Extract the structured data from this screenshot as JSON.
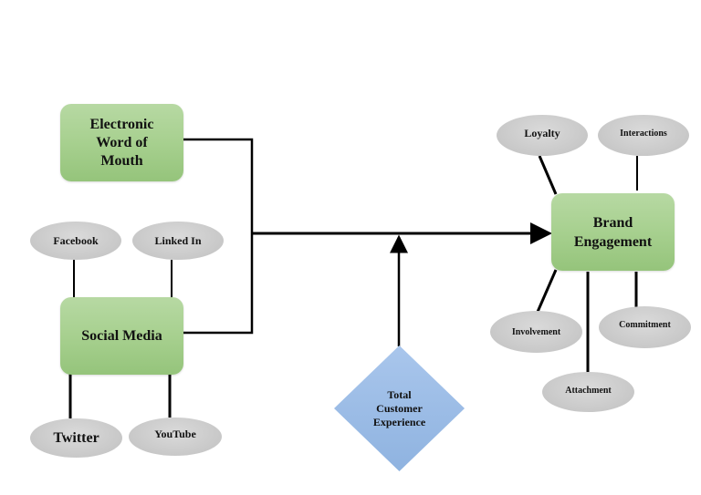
{
  "diagram": {
    "main_boxes": {
      "ewom": "Electronic Word of Mouth",
      "social_media": "Social Media",
      "brand_engagement": "Brand Engagement"
    },
    "moderator": "Total Customer Experience",
    "social_media_platforms": [
      "Facebook",
      "Linked In",
      "Twitter",
      "YouTube"
    ],
    "engagement_dimensions": [
      "Loyalty",
      "Interactions",
      "Involvement",
      "Commitment",
      "Attachment"
    ],
    "colors": {
      "box_green": "#a7d08f",
      "oval_gray": "#c8c8c8",
      "diamond_blue": "#9dbde6",
      "line": "#000000"
    }
  }
}
